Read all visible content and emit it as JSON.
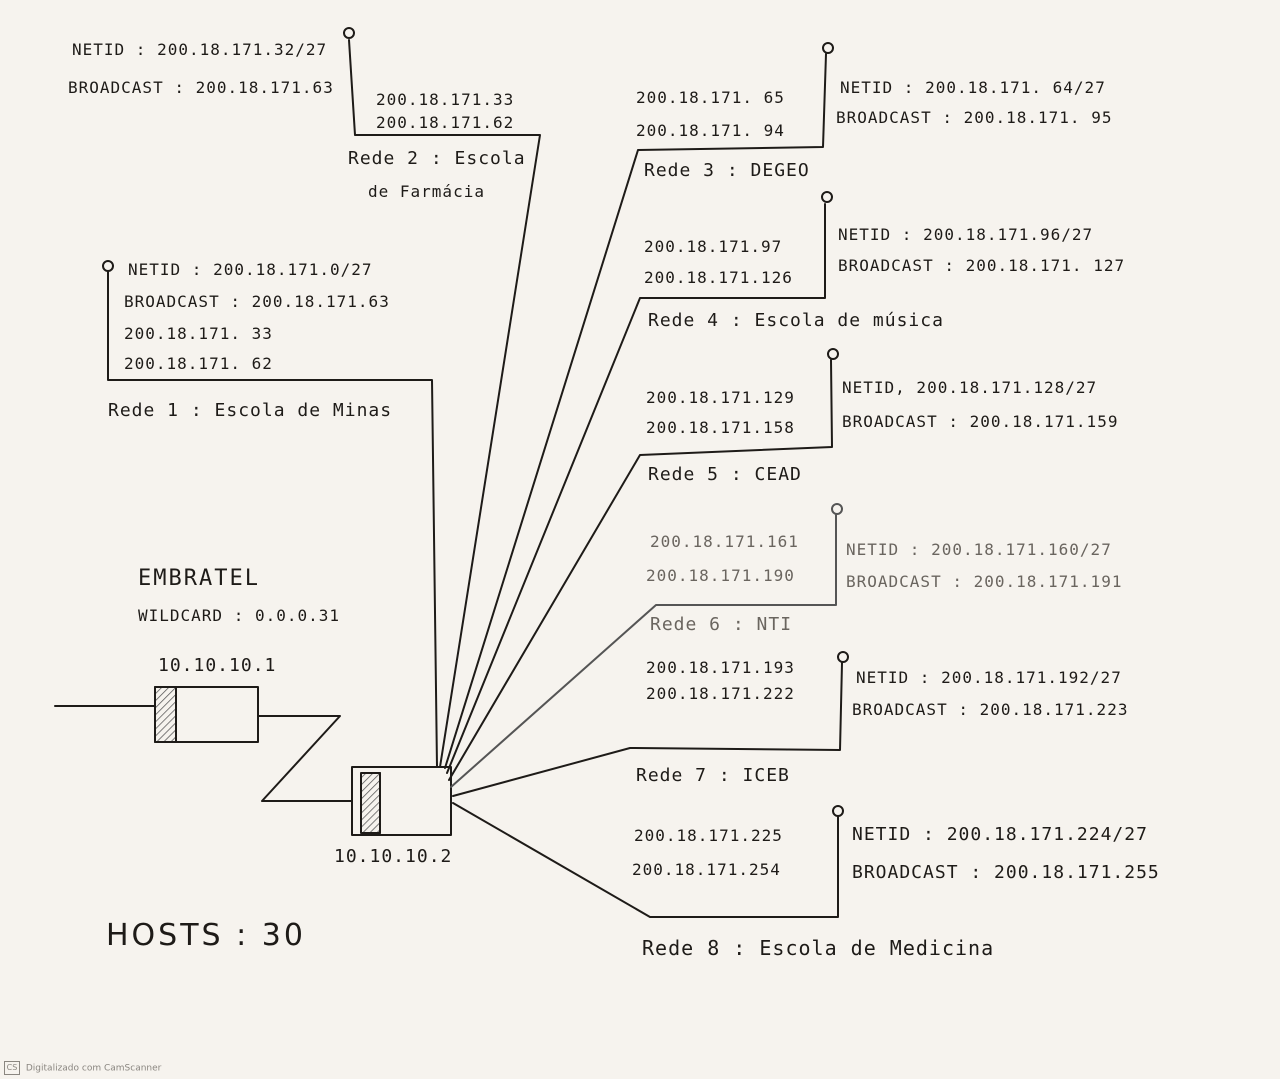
{
  "networks": [
    {
      "id": "rede1",
      "netid": "NETID : 200.18.171.0/27",
      "broadcast": "BROADCAST : 200.18.171.63",
      "host_first": "200.18.171. 33",
      "host_last": "200.18.171. 62",
      "label": "Rede 1 : Escola de Minas"
    },
    {
      "id": "rede2",
      "netid": "NETID : 200.18.171.32/27",
      "broadcast": "BROADCAST : 200.18.171.63",
      "host_first": "200.18.171.33",
      "host_last": "200.18.171.62",
      "label_line1": "Rede 2 : Escola",
      "label_line2": "de Farmácia"
    },
    {
      "id": "rede3",
      "netid": "NETID : 200.18.171. 64/27",
      "broadcast": "BROADCAST : 200.18.171. 95",
      "host_first": "200.18.171. 65",
      "host_last": "200.18.171. 94",
      "label": "Rede 3 : DEGEO"
    },
    {
      "id": "rede4",
      "netid": "NETID : 200.18.171.96/27",
      "broadcast": "BROADCAST : 200.18.171. 127",
      "host_first": "200.18.171.97",
      "host_last": "200.18.171.126",
      "label": "Rede 4 : Escola de música"
    },
    {
      "id": "rede5",
      "netid": "NETID, 200.18.171.128/27",
      "broadcast": "BROADCAST : 200.18.171.159",
      "host_first": "200.18.171.129",
      "host_last": "200.18.171.158",
      "label": "Rede 5 : CEAD"
    },
    {
      "id": "rede6",
      "netid": "NETID : 200.18.171.160/27",
      "broadcast": "BROADCAST : 200.18.171.191",
      "host_first": "200.18.171.161",
      "host_last": "200.18.171.190",
      "label": "Rede 6 : NTI"
    },
    {
      "id": "rede7",
      "netid": "NETID : 200.18.171.192/27",
      "broadcast": "BROADCAST : 200.18.171.223",
      "host_first": "200.18.171.193",
      "host_last": "200.18.171.222",
      "label": "Rede 7 : ICEB"
    },
    {
      "id": "rede8",
      "netid": "NETID : 200.18.171.224/27",
      "broadcast": "BROADCAST : 200.18.171.255",
      "host_first": "200.18.171.225",
      "host_last": "200.18.171.254",
      "label": "Rede 8 : Escola de Medicina"
    }
  ],
  "embratel": {
    "title": "EMBRATEL",
    "wildcard": "WILDCARD : 0.0.0.31",
    "router_ip": "10.10.10.1"
  },
  "local_router": {
    "ip": "10.10.10.2"
  },
  "hosts": "HOSTS : 30",
  "footer": {
    "logo": "CS",
    "text": "Digitalizado com CamScanner"
  }
}
